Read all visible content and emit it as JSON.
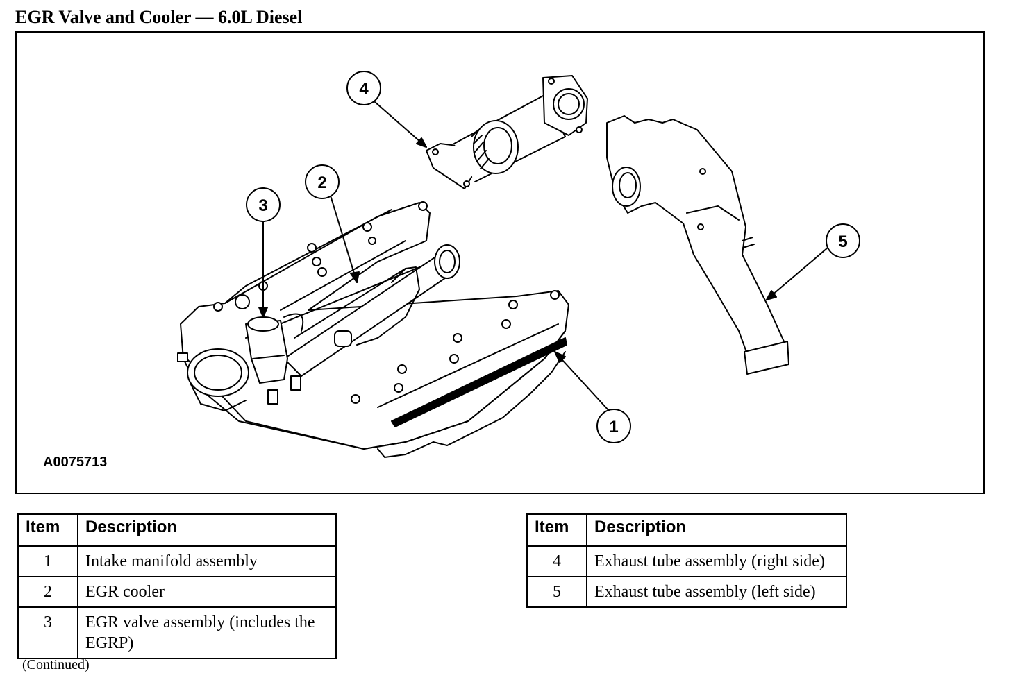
{
  "document": {
    "title": "EGR Valve and Cooler — 6.0L Diesel",
    "figure_id": "A0075713",
    "callouts": [
      "1",
      "2",
      "3",
      "4",
      "5"
    ],
    "continued": "(Continued)"
  },
  "tables": [
    {
      "headers": [
        "Item",
        "Description"
      ],
      "rows": [
        {
          "item": "1",
          "description": "Intake manifold assembly"
        },
        {
          "item": "2",
          "description": "EGR cooler"
        },
        {
          "item": "3",
          "description": "EGR valve assembly (includes the EGRP)"
        }
      ]
    },
    {
      "headers": [
        "Item",
        "Description"
      ],
      "rows": [
        {
          "item": "4",
          "description": "Exhaust tube assembly (right side)"
        },
        {
          "item": "5",
          "description": "Exhaust tube assembly (left side)"
        }
      ]
    }
  ]
}
